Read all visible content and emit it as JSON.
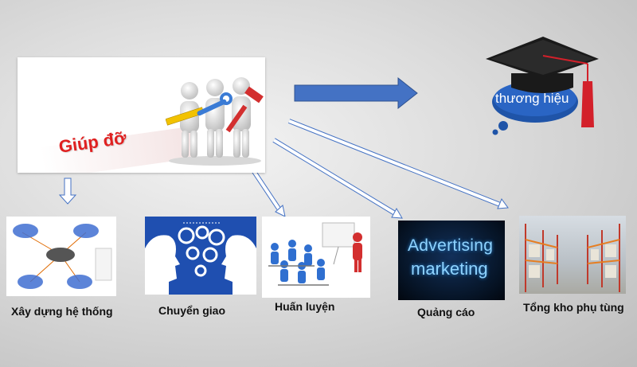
{
  "hero": {
    "label": "Giúp đỡ"
  },
  "brand": {
    "label": "thương hiệu"
  },
  "targets": [
    {
      "caption": "Xây dựng hệ thống"
    },
    {
      "caption": "Chuyển giao"
    },
    {
      "caption": "Huấn luyện"
    },
    {
      "caption": "Quảng cáo",
      "image_text": [
        "Advertising",
        "marketing"
      ]
    },
    {
      "caption": "Tổng kho phụ tùng"
    }
  ],
  "colors": {
    "main_arrow": "#4472c4",
    "hero_label": "#e02020",
    "cap_black": "#1a1a1a",
    "tassel": "#d3202a",
    "bubble": "#1f54a8",
    "advert_text": "#8fd3ff"
  }
}
